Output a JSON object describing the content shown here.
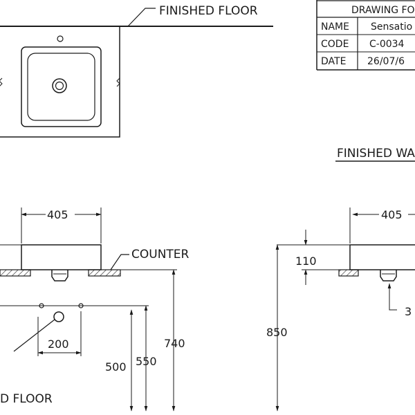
{
  "labels": {
    "finished_floor_top": "FINISHED FLOOR",
    "finished_wall": "FINISHED WA",
    "counter": "COUNTER",
    "finished_floor_bottom": "D FLOOR"
  },
  "title_block": {
    "header": "DRAWING FO",
    "name_label": "NAME",
    "name_value": "Sensatio",
    "code_label": "CODE",
    "code_value": "C-0034",
    "date_label": "DATE",
    "date_value": "26/07/6"
  },
  "dimensions": {
    "front_width": "405",
    "side_width": "405",
    "basin_height": "110",
    "hole_spacing": "200",
    "height_500": "500",
    "height_550": "550",
    "height_740": "740",
    "height_850": "850",
    "drain_offset": "3"
  }
}
